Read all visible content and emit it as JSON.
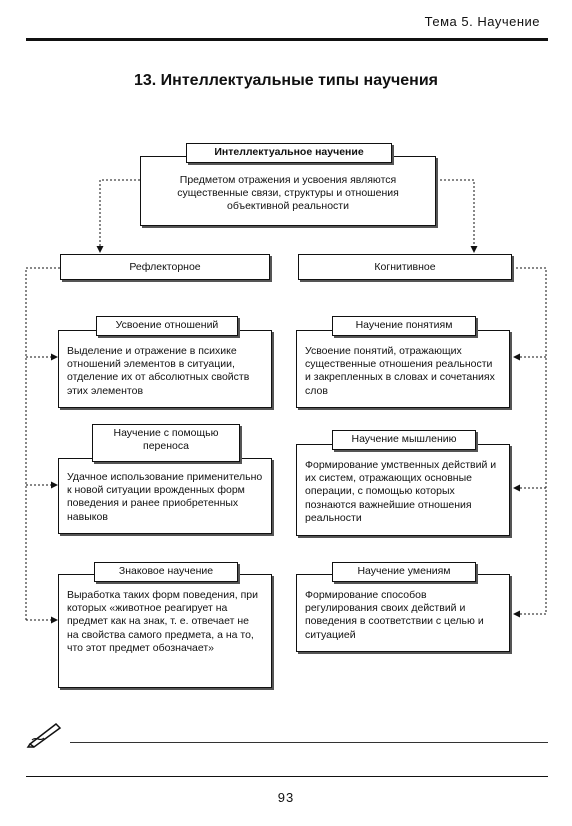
{
  "header": {
    "running_head": "Тема 5. Научение"
  },
  "title": "13. Интеллектуальные типы научения",
  "top": {
    "label": "Интеллектуальное научение",
    "text": "Предметом отражения и усвоения являются существенные связи, структуры и отношения объективной реальности"
  },
  "left": {
    "branch": "Рефлекторное",
    "items": [
      {
        "label": "Усвоение отношений",
        "text": "Выделение и отражение в психике отношений элементов в ситуации, отделение их от абсолютных свойств этих элементов"
      },
      {
        "label": "Научение с помощью переноса",
        "text": "Удачное использование применительно к новой ситуации врожденных форм поведения и ранее приобретенных навыков"
      },
      {
        "label": "Знаковое научение",
        "text": "Выработка таких форм поведения, при которых «животное реагирует на предмет как на знак, т. е. отвечает не на свойства самого предмета, а на то, что этот предмет обозначает»"
      }
    ]
  },
  "right": {
    "branch": "Когнитивное",
    "items": [
      {
        "label": "Научение понятиям",
        "text": "Усвоение понятий, отражающих существенные отношения реальности и закрепленных в словах и сочетаниях слов"
      },
      {
        "label": "Научение мышлению",
        "text": "Формирование умственных действий и их систем, отражающих основные операции, с помощью которых познаются важнейшие отношения реальности"
      },
      {
        "label": "Научение умениям",
        "text": "Формирование способов регулирования своих действий и поведения в соответствии с целью и ситуацией"
      }
    ]
  },
  "footer": {
    "page_number": "93"
  }
}
